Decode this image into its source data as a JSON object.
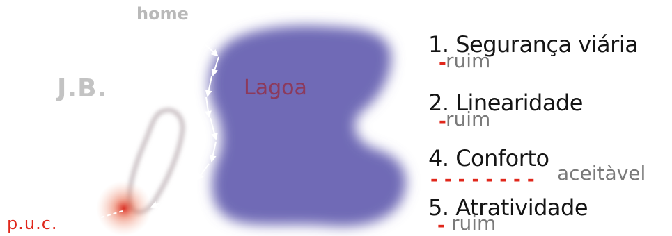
{
  "places": {
    "home": "home",
    "jb": "J.B.",
    "lagoa": "Lagoa",
    "puc": "p.u.c."
  },
  "criteria": [
    {
      "label": "1. Segurança viária",
      "marker": "-",
      "rating": "ruim"
    },
    {
      "label": "2. Linearidade",
      "marker": "-",
      "rating": "ruim"
    },
    {
      "label": "4. Conforto",
      "marker": "- - - - - - - -",
      "rating": "aceitàvel"
    },
    {
      "label": "5. Atratividade",
      "marker": "-",
      "rating": "ruim"
    }
  ],
  "colors": {
    "lagoa_fill": "#6f6bb6",
    "route_arrow": "#ffffff",
    "destination_glow": "#e0271b",
    "marker": "#e0271b",
    "rating_text": "#7a7a7a",
    "criteria_text": "#141414"
  }
}
